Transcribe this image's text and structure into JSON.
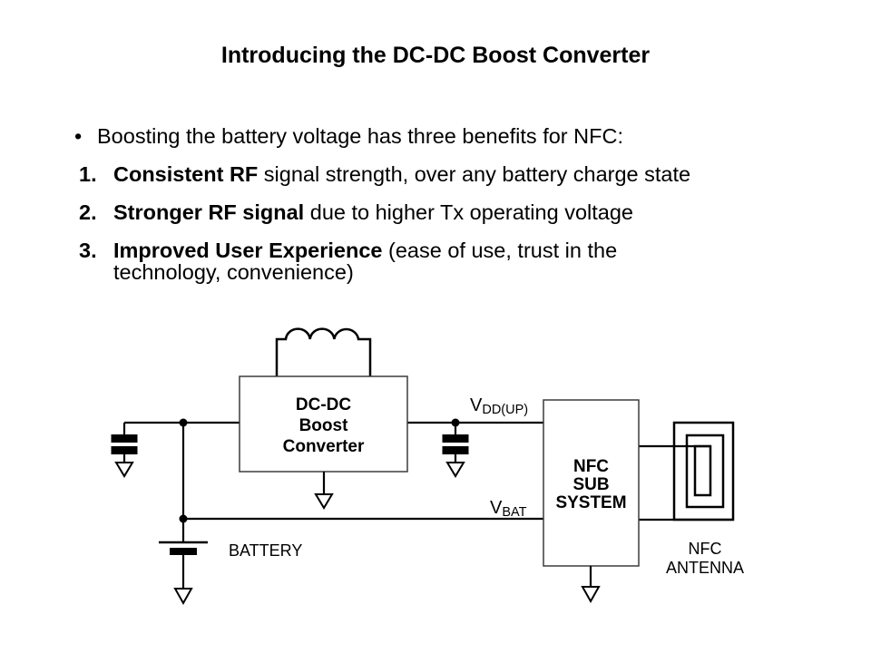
{
  "slide": {
    "title": "Introducing the DC-DC Boost Converter",
    "bullet": {
      "marker": "•",
      "text": "Boosting the battery voltage has three benefits for NFC:"
    },
    "items": [
      {
        "number": "1.",
        "bold": "Consistent RF",
        "rest": " signal strength, over any battery charge state"
      },
      {
        "number": "2.",
        "bold": "Stronger RF signal",
        "rest": " due to higher Tx operating voltage"
      },
      {
        "number": "3.",
        "bold": "Improved User Experience",
        "rest": " (ease of use, trust in the technology, convenience)"
      }
    ]
  },
  "diagram": {
    "boost_box": {
      "line1": "DC-DC",
      "line2": "Boost",
      "line3": "Converter"
    },
    "nfc_box": {
      "line1": "NFC",
      "line2": "SUB",
      "line3": "SYSTEM"
    },
    "labels": {
      "vdd_main": "V",
      "vdd_sub": "DD(UP)",
      "vbat_main": "V",
      "vbat_sub": "BAT",
      "battery": "BATTERY",
      "antenna_line1": "NFC",
      "antenna_line2": "ANTENNA"
    },
    "colors": {
      "wire": "#000000",
      "box_border": "#3c3c3c",
      "background": "#ffffff"
    }
  }
}
